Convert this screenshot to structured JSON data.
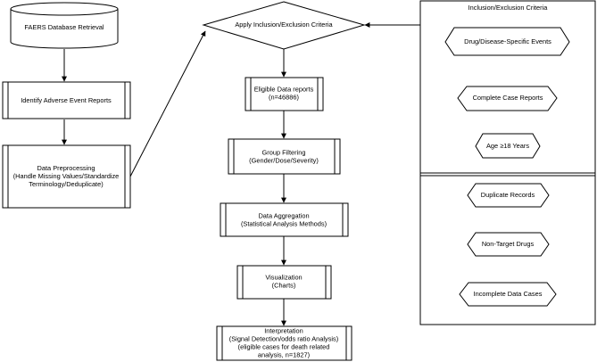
{
  "nodes": {
    "faers_retrieval": {
      "lines": [
        "FAERS Database Retrieval"
      ]
    },
    "identify_reports": {
      "lines": [
        "Identify Adverse Event Reports"
      ]
    },
    "preprocessing": {
      "lines": [
        "Data Preprocessing",
        "(Handle Missing Values/Standardize",
        "Terminology/Deduplicate)"
      ]
    },
    "criteria_decision": {
      "lines": [
        "Apply Inclusion/Exclusion Criteria"
      ]
    },
    "eligible_reports": {
      "lines": [
        "Eligible Data reports",
        "(n=46886)"
      ]
    },
    "group_filtering": {
      "lines": [
        "Group Filtering",
        "(Gender/Dose/Severity)"
      ]
    },
    "aggregation": {
      "lines": [
        "Data Aggregation",
        "(Statistical Analysis Methods)"
      ]
    },
    "visualization": {
      "lines": [
        "Visualization",
        "(Charts)"
      ]
    },
    "interpretation": {
      "lines": [
        "Interpretation",
        "(Signal Detection/odds ratio Analysis)",
        "(eligible cases for death related",
        "analysis, n=1827)"
      ]
    },
    "criteria_panel_title": {
      "lines": [
        "Inclusion/Exclusion Criteria"
      ]
    },
    "inc_drug_disease": {
      "lines": [
        "Drug/Disease-Specific Events"
      ]
    },
    "inc_complete_case": {
      "lines": [
        "Complete Case Reports"
      ]
    },
    "inc_age": {
      "lines": [
        "Age ≥18 Years"
      ]
    },
    "exc_duplicate": {
      "lines": [
        "Duplicate Records"
      ]
    },
    "exc_non_target": {
      "lines": [
        "Non-Target Drugs"
      ]
    },
    "exc_incomplete": {
      "lines": [
        "Incomplete Data Cases"
      ]
    }
  }
}
